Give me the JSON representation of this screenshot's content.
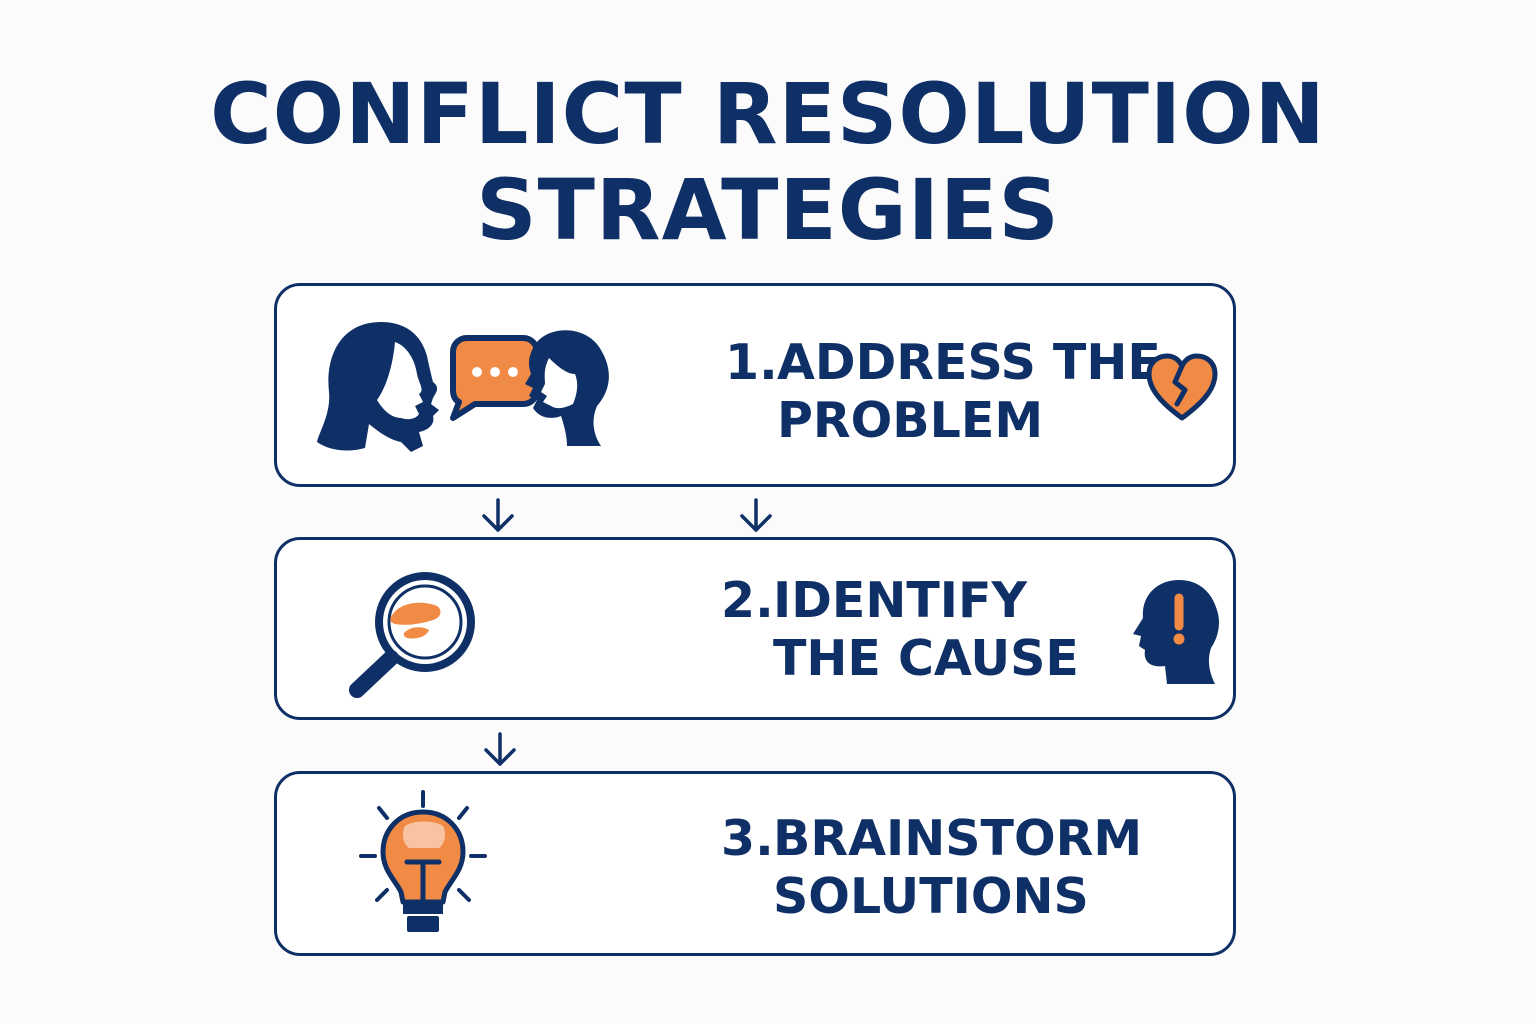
{
  "title": {
    "line1": "CONFLICT RESOLUTION",
    "line2": "STRATEGIES"
  },
  "colors": {
    "navy": "#0f3066",
    "orange": "#f08a45",
    "light_orange": "#f7c3a0",
    "background": "#fbfbfb"
  },
  "steps": [
    {
      "number": "1.",
      "line1": "ADDRESS THE",
      "line2": "PROBLEM",
      "left_icon": "two-people-talking-icon",
      "right_icon": "broken-heart-icon"
    },
    {
      "number": "2.",
      "line1": "IDENTIFY",
      "line2": "THE CAUSE",
      "left_icon": "magnifying-glass-icon",
      "right_icon": "head-exclamation-icon"
    },
    {
      "number": "3.",
      "line1": "BRAINSTORM",
      "line2": "SOLUTIONS",
      "left_icon": "lightbulb-icon"
    }
  ]
}
